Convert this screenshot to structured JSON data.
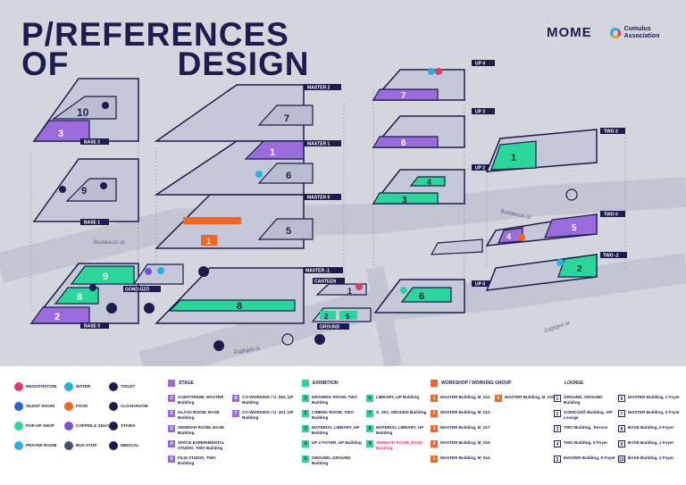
{
  "title": {
    "line1": "P/REFERENCES",
    "line2": "OF DESIGN"
  },
  "logos": {
    "mome": "MOME",
    "cumulus_line1": "Cumulus",
    "cumulus_line2": "Association"
  },
  "streets": {
    "budakeszi_left": "Budakeszi út",
    "budakeszi_right": "Budakeszi út",
    "zugligeti_bottom": "Zugligeti út",
    "zugligeti_right": "Zugligeti út"
  },
  "levels": {
    "base2": "BASE 2",
    "base1": "BASE 1",
    "base0": "BASE 0",
    "gond_uzo": "GOND-ÜZŐ",
    "master2": "MASTER 2",
    "master1": "MASTER 1",
    "master0": "MASTER 0",
    "master_1": "MASTER -1",
    "canteen": "CANTEEN",
    "ground": "GROUND",
    "up4": "UP 4",
    "up3": "UP 3",
    "up2": "UP 2",
    "up0": "UP 0",
    "two2": "TWO 2",
    "two0": "TWO 0",
    "two_2": "TWO -2"
  },
  "colors": {
    "navy": "#1b1d4e",
    "purple": "#9b6bdc",
    "green": "#2bd69a",
    "orange": "#f26522",
    "floor": "#c5c8d8",
    "bg": "#d4d6de"
  },
  "legend": {
    "icons": [
      {
        "icon": "registration-icon",
        "label": "REGISTRATION",
        "color": "#e5376e"
      },
      {
        "icon": "water-icon",
        "label": "WATER",
        "color": "#27b0e0"
      },
      {
        "icon": "toilet-icon",
        "label": "TOILET",
        "color": "#1b1d4e"
      },
      {
        "icon": "silent-room-icon",
        "label": "SILENT ROOM",
        "color": "#2c5fd6"
      },
      {
        "icon": "food-icon",
        "label": "FOOD",
        "color": "#f26522"
      },
      {
        "icon": "cloakroom-icon",
        "label": "CLOAKROOM",
        "color": "#1b1d4e"
      },
      {
        "icon": "pop-up-shop-icon",
        "label": "POP-UP SHOP",
        "color": "#2bd69a"
      },
      {
        "icon": "coffee-icon",
        "label": "COFFEE & SNACK",
        "color": "#7b4fd6"
      },
      {
        "icon": "stairs-icon",
        "label": "STAIRS",
        "color": "#1b1d4e"
      },
      {
        "icon": "prayer-room-icon",
        "label": "PRAYER ROOM",
        "color": "#27b0e0"
      },
      {
        "icon": "bus-stop-icon",
        "label": "BUS STOP",
        "color": "#4a4f7a"
      },
      {
        "icon": "medical-icon",
        "label": "MEDICAL",
        "color": "#1b1d4e"
      }
    ],
    "stage": {
      "header": "STAGE",
      "items": [
        {
          "n": "1",
          "label": "AUDITORIUM, MASTER Building"
        },
        {
          "n": "2",
          "label": "GLASS ROOM, BASE Building"
        },
        {
          "n": "3",
          "label": "SEMINAR ROOM, BASE Building"
        },
        {
          "n": "4",
          "label": "SPACE EXPERIMENTAL STUDIO, TWO Building"
        },
        {
          "n": "5",
          "label": "FILM STUDIO, TWO Building"
        },
        {
          "n": "6",
          "label": "CO-WORKING / U_502, UP Building"
        },
        {
          "n": "7",
          "label": "CO-WORKING / U_401, UP Building"
        }
      ]
    },
    "exhibition": {
      "header": "EXHIBITION",
      "items": [
        {
          "n": "1",
          "label": "DRAWING ROOM, TWO Building"
        },
        {
          "n": "2",
          "label": "CINEMA ROOM, TWO Building"
        },
        {
          "n": "3",
          "label": "MATERIAL LIBRARY, UP Building"
        },
        {
          "n": "4",
          "label": "UP 2 FOYER, UP Building"
        },
        {
          "n": "5",
          "label": "GROUND, GROUND Building"
        },
        {
          "n": "6",
          "label": "LIBRARY, UP Building"
        },
        {
          "n": "7",
          "label": "G_001, GROUND Building"
        },
        {
          "n": "8",
          "label": "MATERIAL LIBRARY, UP Building"
        },
        {
          "n": "9",
          "label": "SEMINAR ROOM, BASE Building",
          "highlight": true
        }
      ]
    },
    "workshop": {
      "header": "WORKSHOP / WORKING GROUP",
      "items": [
        {
          "n": "1",
          "label": "MASTER Building, M_012"
        },
        {
          "n": "2",
          "label": "MASTER Building, M_013"
        },
        {
          "n": "3",
          "label": "MASTER Building, M_017"
        },
        {
          "n": "4",
          "label": "MASTER Building, M_016"
        },
        {
          "n": "5",
          "label": "MASTER Building, M_014"
        },
        {
          "n": "6",
          "label": "MASTER Building, M_015"
        }
      ]
    },
    "lounge": {
      "header": "LOUNGE",
      "items": [
        {
          "n": "1",
          "label": "GROUND, GROUND Building"
        },
        {
          "n": "2",
          "label": "GOND-ÜZŐ Building, VIP Lounge"
        },
        {
          "n": "3",
          "label": "TWO Building, Terrace"
        },
        {
          "n": "4",
          "label": "TWO Building, 0 Foyer"
        },
        {
          "n": "5",
          "label": "MASTER Building, 0 Foyer"
        },
        {
          "n": "6",
          "label": "MASTER Building, 1 Foyer"
        },
        {
          "n": "7",
          "label": "MASTER Building, 2 Foyer"
        },
        {
          "n": "8",
          "label": "BASE Building, 0 Foyer"
        },
        {
          "n": "9",
          "label": "BASE Building, 1 Foyer"
        },
        {
          "n": "10",
          "label": "BASE Building, 2 Foyer"
        }
      ]
    }
  },
  "map_numbers": {
    "base2_a": "10",
    "base2_b": "3",
    "base1_a": "9",
    "base0_a": "9",
    "base0_b": "8",
    "base0_c": "2",
    "master2_a": "7",
    "master1_a": "1",
    "master1_b": "6",
    "master0_a": "5",
    "master0_b": "1",
    "master_1_a": "8",
    "canteen_a": "1",
    "ground_a": "2",
    "ground_b": "5",
    "up4_a": "7",
    "up3_a": "6",
    "up2_a": "4",
    "up2_b": "3",
    "up0_a": "6",
    "two2_a": "1",
    "two0_a": "5",
    "two0_b": "4",
    "two_2_a": "2"
  }
}
